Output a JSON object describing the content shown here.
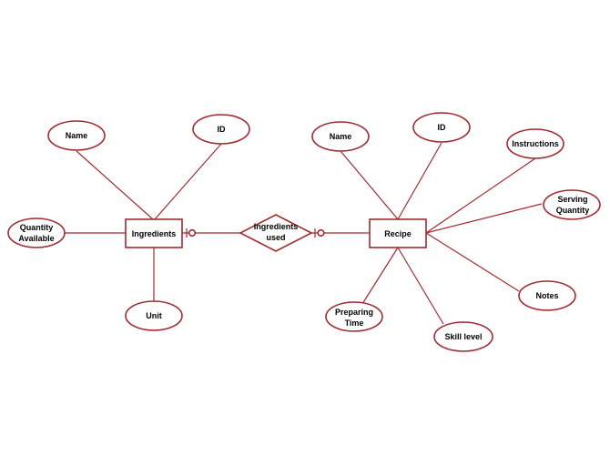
{
  "colors": {
    "stroke": "#a12a2f",
    "text": "#000000",
    "background": "#ffffff"
  },
  "entities": {
    "ingredients": "Ingredients",
    "recipe": "Recipe"
  },
  "relationship": {
    "line1": "Ingredients",
    "line2": "used"
  },
  "ingredient_attributes": {
    "name": "Name",
    "id": "ID",
    "quantity_line1": "Quantity",
    "quantity_line2": "Available",
    "unit": "Unit"
  },
  "recipe_attributes": {
    "name": "Name",
    "id": "ID",
    "instructions": "Instructions",
    "serving_line1": "Serving",
    "serving_line2": "Quantity",
    "notes": "Notes",
    "skill_level": "Skill level",
    "preparing_line1": "Preparing",
    "preparing_line2": "Time"
  }
}
